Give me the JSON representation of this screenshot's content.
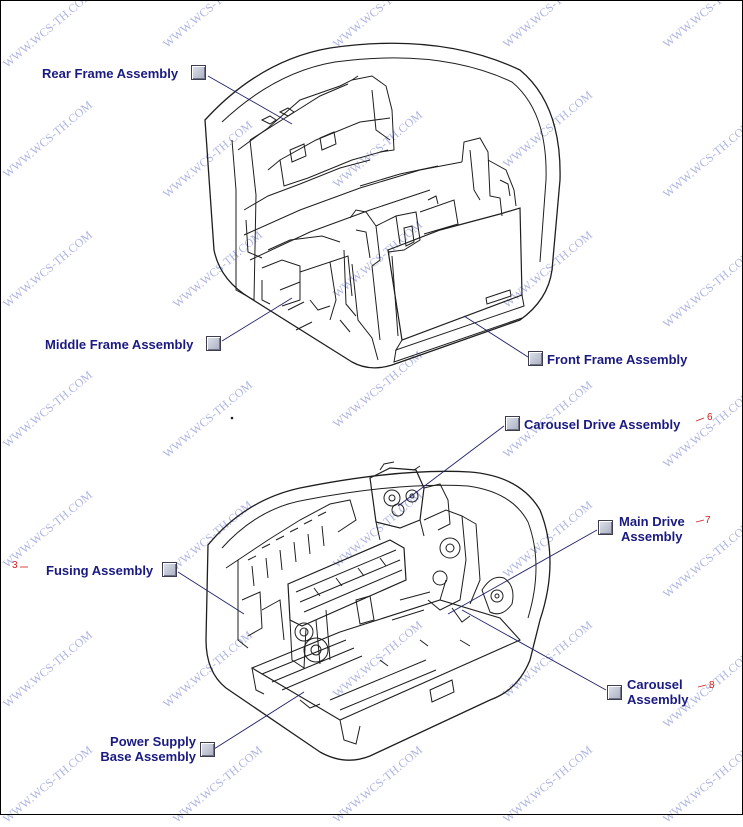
{
  "watermark": "WWW.WCS-TH.COM",
  "callouts": {
    "rear_frame": "Rear Frame Assembly",
    "middle_frame": "Middle Frame Assembly",
    "front_frame": "Front Frame Assembly",
    "carousel_drive": "Carousel Drive Assembly",
    "main_drive_line1": "Main Drive",
    "main_drive_line2": "Assembly",
    "fusing": "Fusing Assembly",
    "carousel_line1": "Carousel",
    "carousel_line2": "Assembly",
    "power_supply_line1": "Power Supply",
    "power_supply_line2": "Base Assembly"
  },
  "refs": {
    "carousel_drive": "6",
    "main_drive": "7",
    "carousel": "8",
    "fusing": "3"
  },
  "colors": {
    "label": "#1a1a80",
    "ref": "#d61a1a",
    "watermark": "#6d78c8",
    "drawing": "#1e1e1e"
  }
}
